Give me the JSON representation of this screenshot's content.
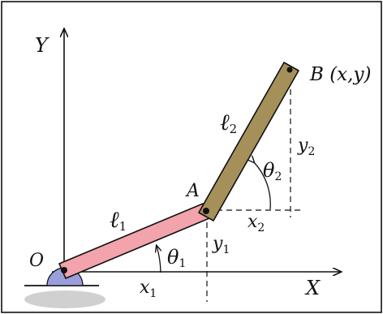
{
  "diagram": {
    "axis_y_label": "Y",
    "axis_x_label": "X",
    "origin_label": "O",
    "joint_a_label": "A",
    "point_b_label": "B (x,y)",
    "link1_label": "ℓ",
    "link1_sub": "1",
    "link2_label": "ℓ",
    "link2_sub": "2",
    "theta1_label": "θ",
    "theta1_sub": "1",
    "theta2_label": "θ",
    "theta2_sub": "2",
    "x1_label": "x",
    "x1_sub": "1",
    "x2_label": "x",
    "x2_sub": "2",
    "y1_label": "y",
    "y1_sub": "1",
    "y2_label": "y",
    "y2_sub": "2",
    "colors": {
      "link1": "#f2a3ab",
      "link2": "#a6905a",
      "base": "#9a9fdc",
      "shadow": "#d0d0d0",
      "ink": "#111111"
    }
  }
}
